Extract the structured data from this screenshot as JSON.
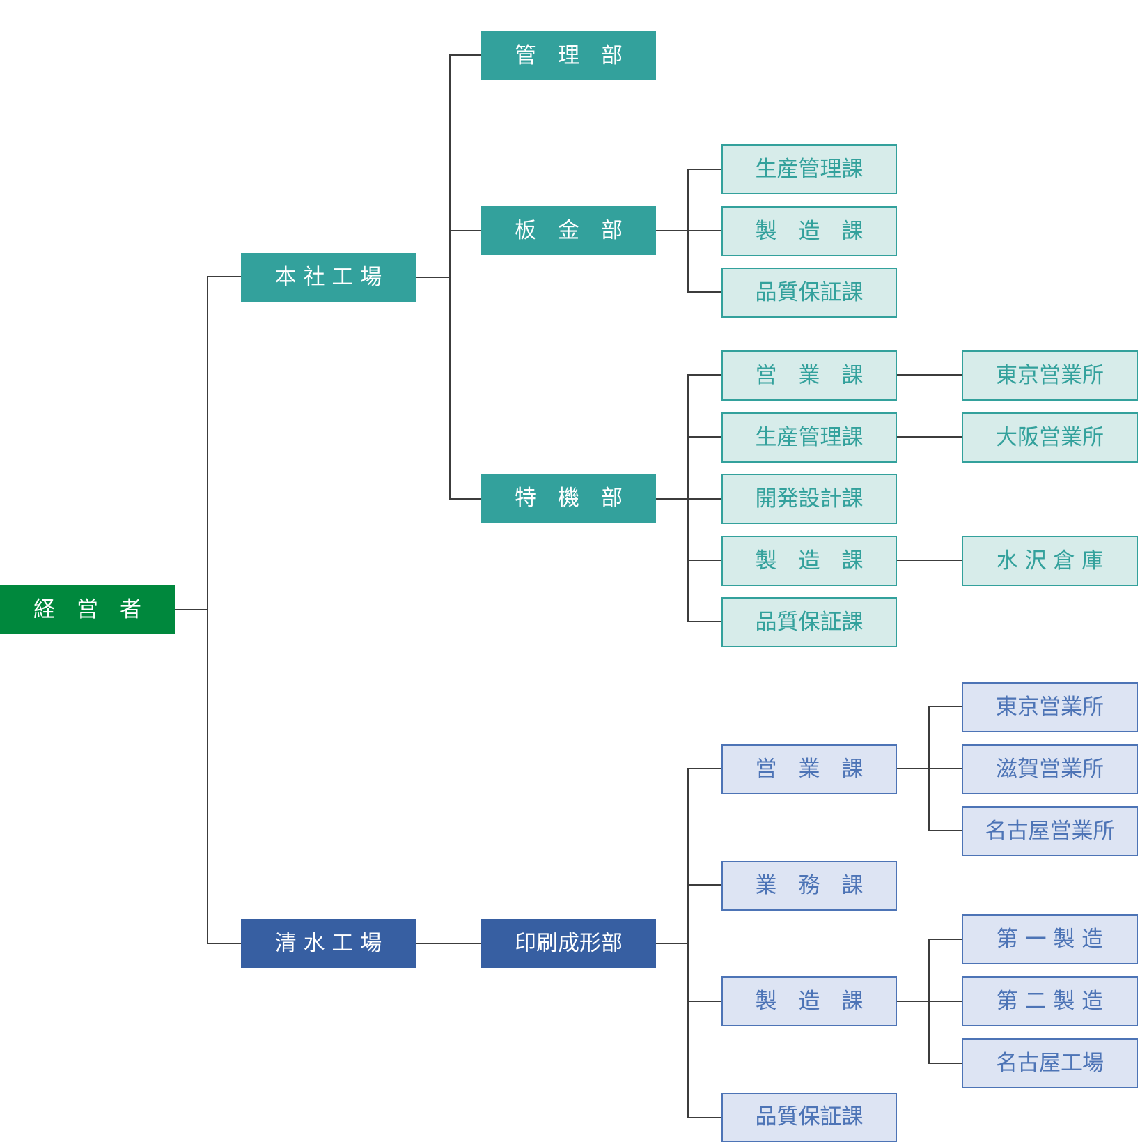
{
  "colors": {
    "root": "#00883d",
    "honsha": "#33a19c",
    "shimizu": "#375fa2",
    "honsha_light_fill": "#d7ecea",
    "shimizu_light_fill": "#dde4f3",
    "shimizu_light_text": "#4d74b6",
    "connector": "#3c3c3c"
  },
  "nodes": {
    "root": "経　営　者",
    "honsha": "本 社 工 場",
    "kanri": "管　理　部",
    "bankin": "板　金　部",
    "bankin_seisan": "生産管理課",
    "bankin_seizo": "製　造　課",
    "bankin_hinshitsu": "品質保証課",
    "tokki": "特　機　部",
    "tokki_eigyo": "営　業　課",
    "tokki_tokyo": "東京営業所",
    "tokki_seisan": "生産管理課",
    "tokki_osaka": "大阪営業所",
    "tokki_kaihatsu": "開発設計課",
    "tokki_seizo": "製　造　課",
    "tokki_mizusawa": "水 沢 倉 庫",
    "tokki_hinshitsu": "品質保証課",
    "shimizu": "清 水 工 場",
    "insatsu": "印刷成形部",
    "in_eigyo": "営　業　課",
    "in_tokyo": "東京営業所",
    "in_shiga": "滋賀営業所",
    "in_nagoya_eigyo": "名古屋営業所",
    "in_gyomu": "業　務　課",
    "in_seizo": "製　造　課",
    "in_dai1": "第 一 製 造",
    "in_dai2": "第 二 製 造",
    "in_nagoya_kojo": "名古屋工場",
    "in_hinshitsu": "品質保証課"
  }
}
